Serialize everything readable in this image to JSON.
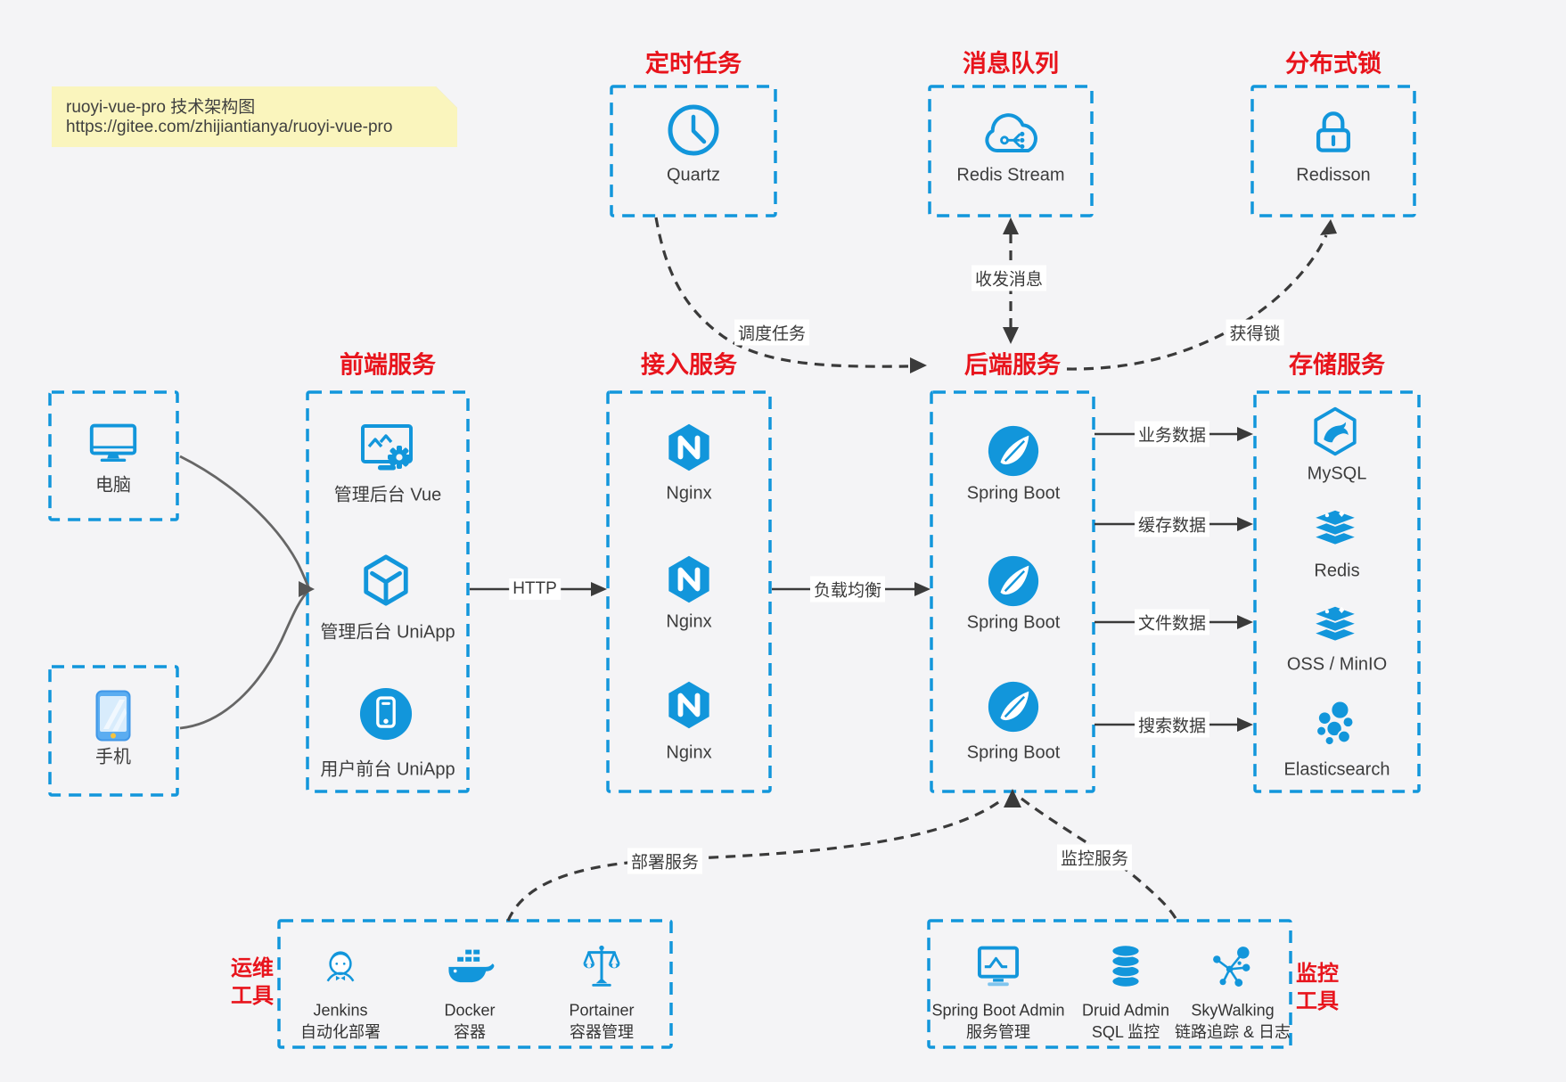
{
  "note": {
    "line1": "ruoyi-vue-pro 技术架构图",
    "line2": "https://gitee.com/zhijiantianya/ruoyi-vue-pro"
  },
  "top_groups": [
    {
      "title": "定时任务",
      "item": {
        "label": "Quartz",
        "icon": "clock-icon"
      }
    },
    {
      "title": "消息队列",
      "item": {
        "label": "Redis Stream",
        "icon": "cloud-mq-icon"
      }
    },
    {
      "title": "分布式锁",
      "item": {
        "label": "Redisson",
        "icon": "lock-icon"
      }
    }
  ],
  "clients": [
    {
      "label": "电脑",
      "icon": "desktop-icon"
    },
    {
      "label": "手机",
      "icon": "smartphone-icon"
    }
  ],
  "columns": [
    {
      "title": "前端服务",
      "items": [
        {
          "label": "管理后台 Vue",
          "icon": "admin-vue-icon"
        },
        {
          "label": "管理后台 UniApp",
          "icon": "uniapp-cube-icon"
        },
        {
          "label": "用户前台 UniApp",
          "icon": "user-app-icon"
        }
      ]
    },
    {
      "title": "接入服务",
      "items": [
        {
          "label": "Nginx",
          "icon": "nginx-icon"
        },
        {
          "label": "Nginx",
          "icon": "nginx-icon"
        },
        {
          "label": "Nginx",
          "icon": "nginx-icon"
        }
      ]
    },
    {
      "title": "后端服务",
      "items": [
        {
          "label": "Spring Boot",
          "icon": "spring-icon"
        },
        {
          "label": "Spring Boot",
          "icon": "spring-icon"
        },
        {
          "label": "Spring Boot",
          "icon": "spring-icon"
        }
      ]
    },
    {
      "title": "存储服务",
      "items": [
        {
          "label": "MySQL",
          "icon": "mysql-icon"
        },
        {
          "label": "Redis",
          "icon": "redis-stack-icon"
        },
        {
          "label": "OSS / MinIO",
          "icon": "redis-stack-icon"
        },
        {
          "label": "Elasticsearch",
          "icon": "elasticsearch-icon"
        }
      ]
    }
  ],
  "bottom_groups": [
    {
      "side_label": "运维\n工具",
      "items": [
        {
          "name": "Jenkins",
          "desc": "自动化部署",
          "icon": "jenkins-icon"
        },
        {
          "name": "Docker",
          "desc": "容器",
          "icon": "docker-icon"
        },
        {
          "name": "Portainer",
          "desc": "容器管理",
          "icon": "portainer-icon"
        }
      ]
    },
    {
      "side_label": "监控\n工具",
      "items": [
        {
          "name": "Spring Boot Admin",
          "desc": "服务管理",
          "icon": "sba-icon"
        },
        {
          "name": "Druid Admin",
          "desc": "SQL 监控",
          "icon": "druid-icon"
        },
        {
          "name": "SkyWalking",
          "desc": "链路追踪 & 日志",
          "icon": "skywalking-icon"
        }
      ]
    }
  ],
  "edges": {
    "http": "HTTP",
    "load_balance": "负载均衡",
    "schedule": "调度任务",
    "messaging": "收发消息",
    "lock": "获得锁",
    "business_data": "业务数据",
    "cache_data": "缓存数据",
    "file_data": "文件数据",
    "search_data": "搜索数据",
    "deploy": "部署服务",
    "monitor": "监控服务"
  },
  "colors": {
    "accent_blue": "#1296db",
    "title_red": "#e8141c",
    "arrow_dark": "#3a3a3a",
    "client_arrow_gray": "#666666",
    "note_bg": "#faf5bd",
    "note_fold": "#c9c9cd",
    "background": "#f4f4f6"
  }
}
